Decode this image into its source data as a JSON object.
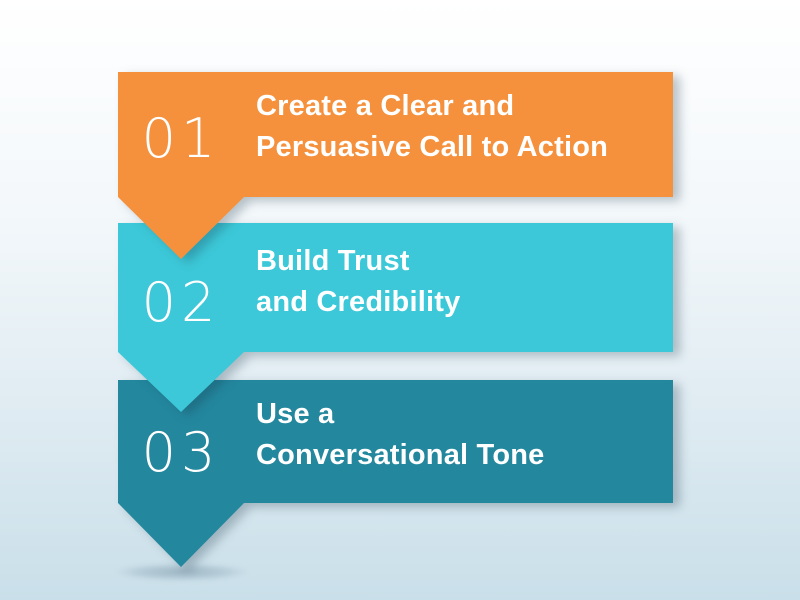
{
  "colors": {
    "background_top": "#ffffff",
    "background_bottom": "#c9dfe9",
    "text": "#ffffff",
    "step1_accent": "#f5913d",
    "step2_accent": "#3cc8d8",
    "step3_accent": "#23879e"
  },
  "steps": [
    {
      "number": "01",
      "color": "#f5913d",
      "lines": [
        "Create a Clear and",
        "Persuasive Call to Action"
      ]
    },
    {
      "number": "02",
      "color": "#3cc8d8",
      "lines": [
        "Build Trust",
        "and Credibility"
      ]
    },
    {
      "number": "03",
      "color": "#23879e",
      "lines": [
        "Use a",
        "Conversational Tone"
      ]
    }
  ]
}
